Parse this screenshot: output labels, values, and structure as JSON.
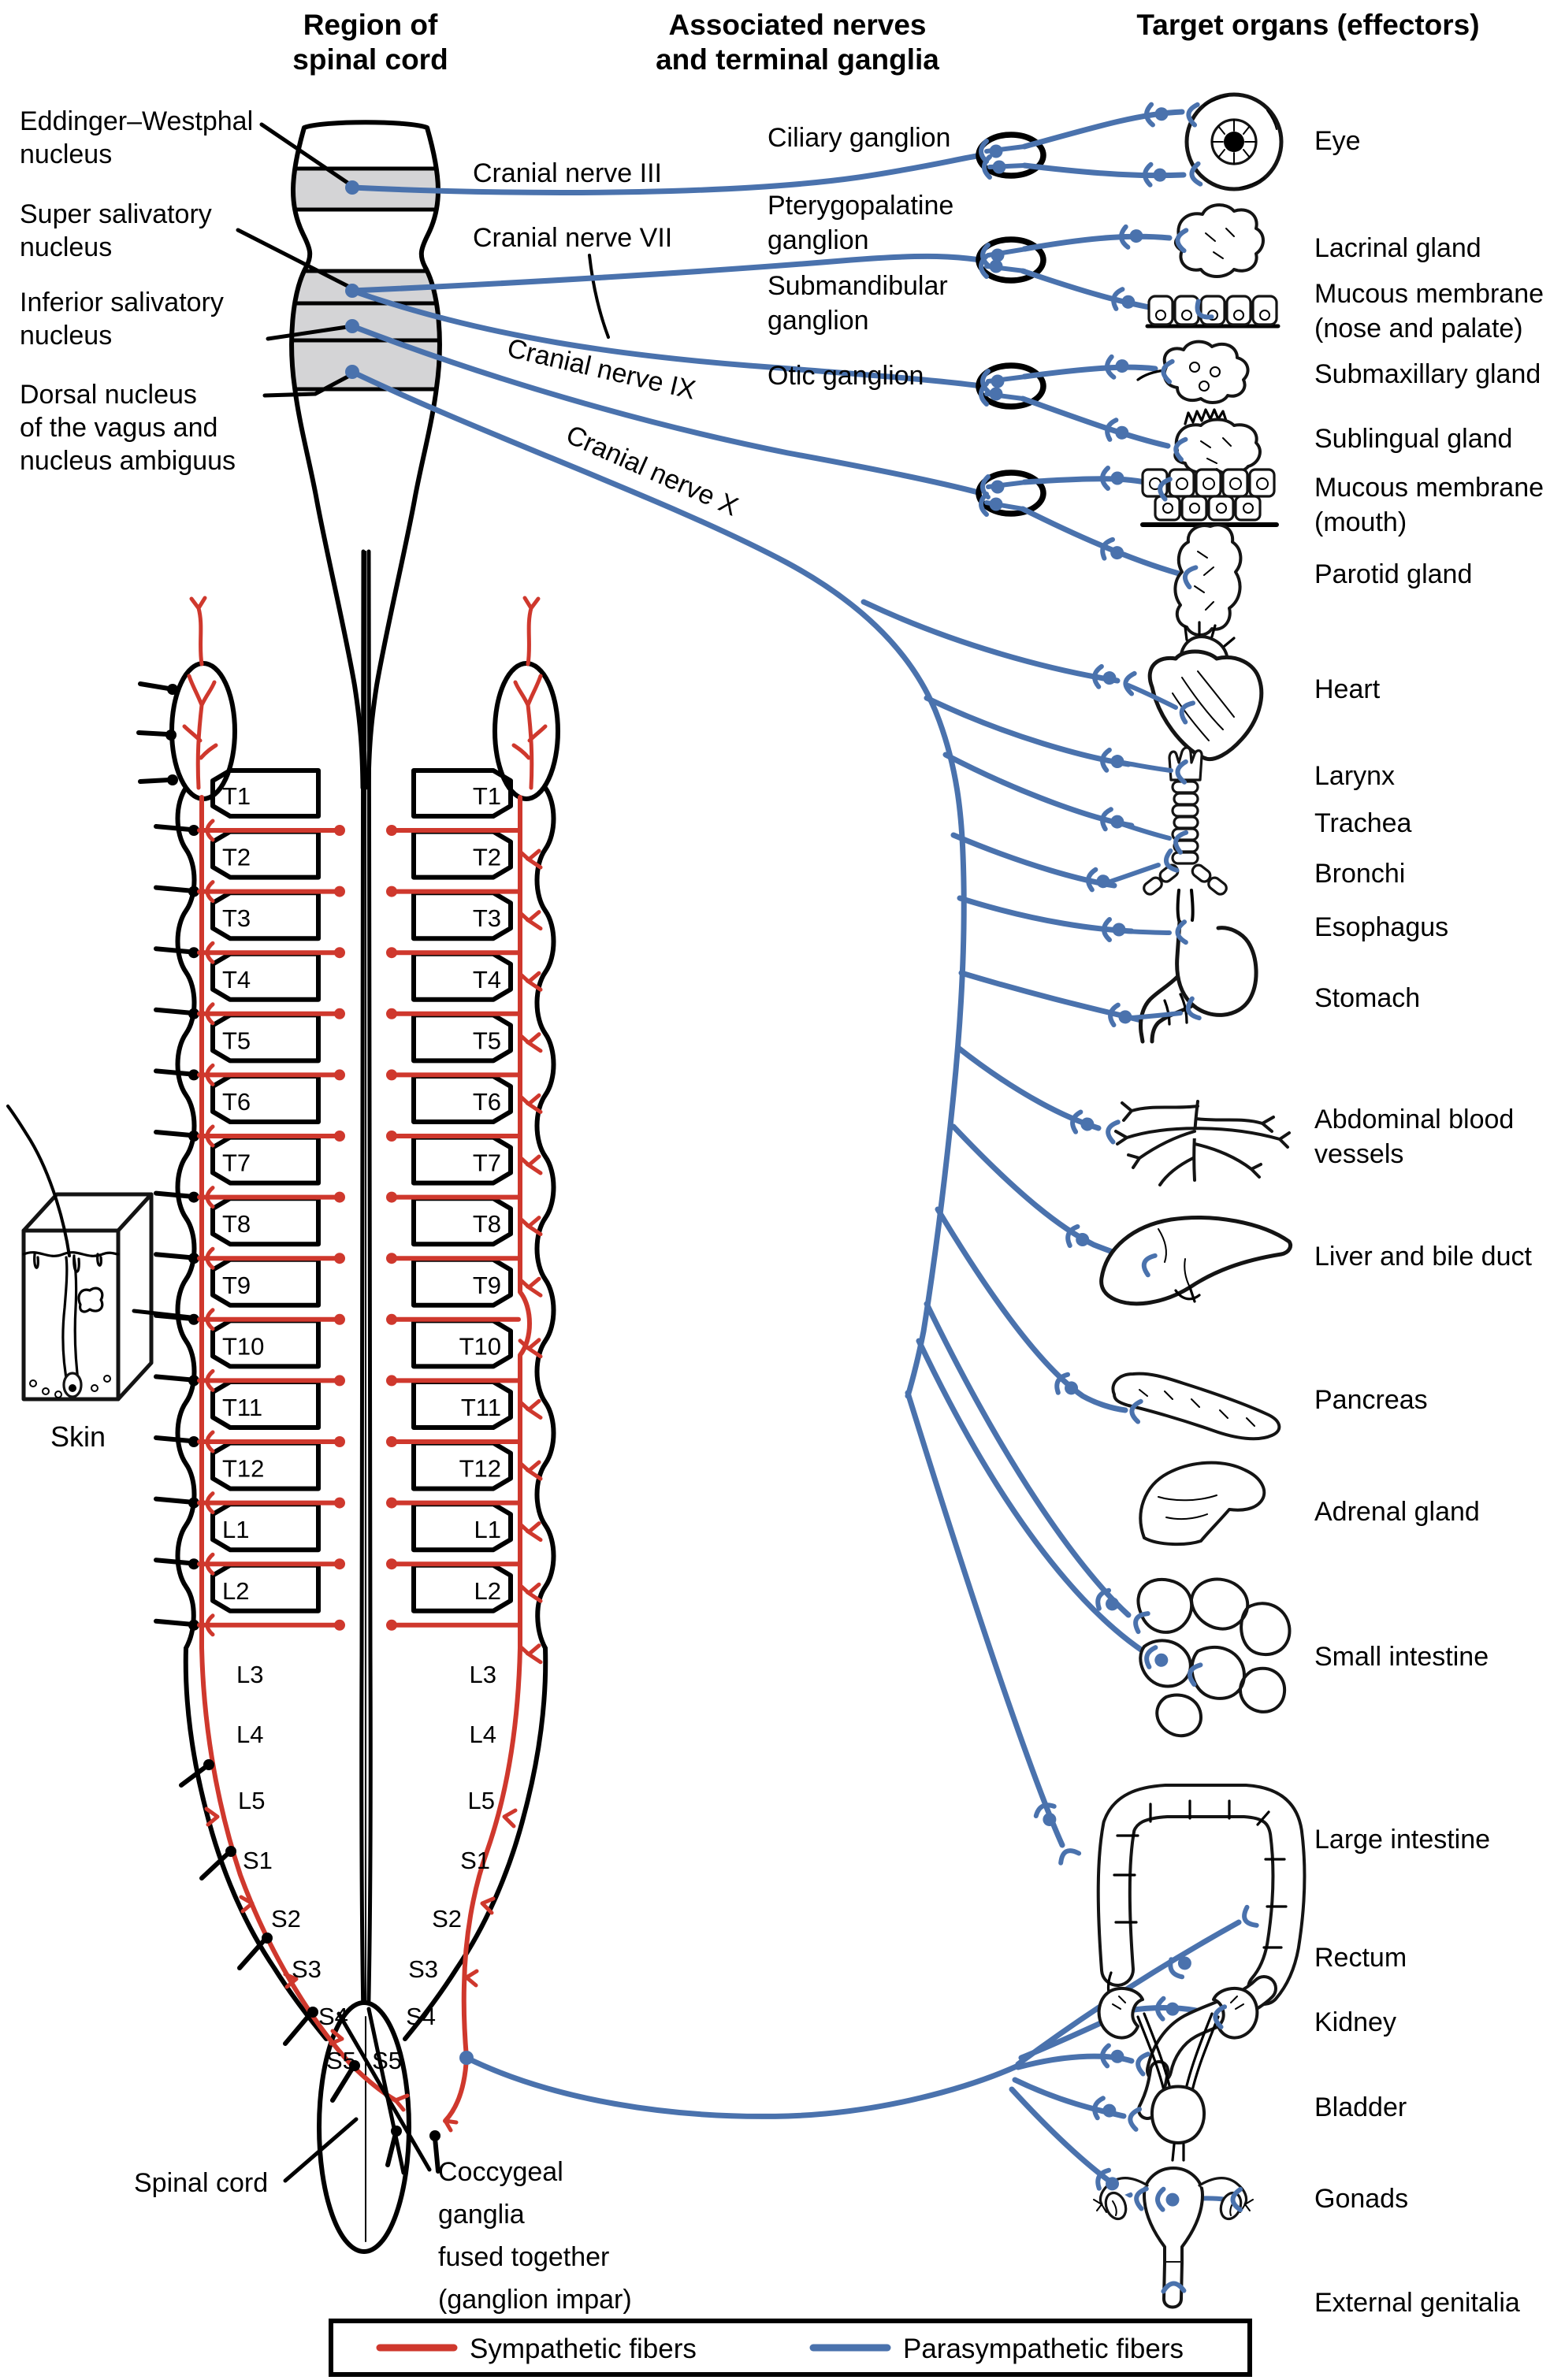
{
  "headers": {
    "region_1": "Region of",
    "region_2": "spinal cord",
    "nerves_1": "Associated nerves",
    "nerves_2": "and terminal ganglia",
    "targets": "Target organs (effectors)"
  },
  "nuclei": [
    "Eddinger–Westphal",
    "nucleus",
    "Super salivatory",
    "nucleus",
    "Inferior salivatory",
    "nucleus",
    "Dorsal nucleus",
    "of the vagus and",
    "nucleus ambiguus"
  ],
  "cranial_nerves": [
    "Cranial nerve III",
    "Cranial nerve VII",
    "Cranial nerve IX",
    "Cranial nerve X"
  ],
  "ganglia": [
    "Ciliary ganglion",
    "Pterygopalatine",
    "ganglion",
    "Submandibular",
    "ganglion",
    "Otic ganglion"
  ],
  "organs": [
    "Eye",
    "Lacrinal gland",
    "Mucous membrane",
    "(nose and palate)",
    "Submaxillary gland",
    "Sublingual gland",
    "Mucous membrane",
    "(mouth)",
    "Parotid gland",
    "Heart",
    "Larynx",
    "Trachea",
    "Bronchi",
    "Esophagus",
    "Stomach",
    "Abdominal blood",
    "vessels",
    "Liver and bile duct",
    "Pancreas",
    "Adrenal gland",
    "Small intestine",
    "Large intestine",
    "Rectum",
    "Kidney",
    "Bladder",
    "Gonads",
    "External genitalia"
  ],
  "spine": {
    "segments": [
      "T1",
      "T2",
      "T3",
      "T4",
      "T5",
      "T6",
      "T7",
      "T8",
      "T9",
      "T10",
      "T11",
      "T12",
      "L1",
      "L2"
    ],
    "lower": [
      "L3",
      "L4",
      "L5",
      "S1",
      "S2",
      "S3",
      "S4",
      "S5"
    ]
  },
  "annotations": {
    "skin": "Skin",
    "spinal_cord": "Spinal cord",
    "coccygeal_1": "Coccygeal",
    "coccygeal_2": "ganglia",
    "coccygeal_3": "fused together",
    "coccygeal_4": "(ganglion impar)"
  },
  "legend": {
    "sympathetic": "Sympathetic fibers",
    "parasympathetic": "Parasympathetic fibers"
  },
  "colors": {
    "red": "#cf382d",
    "blue": "#4a72ad",
    "band": "#d4d4d6"
  }
}
